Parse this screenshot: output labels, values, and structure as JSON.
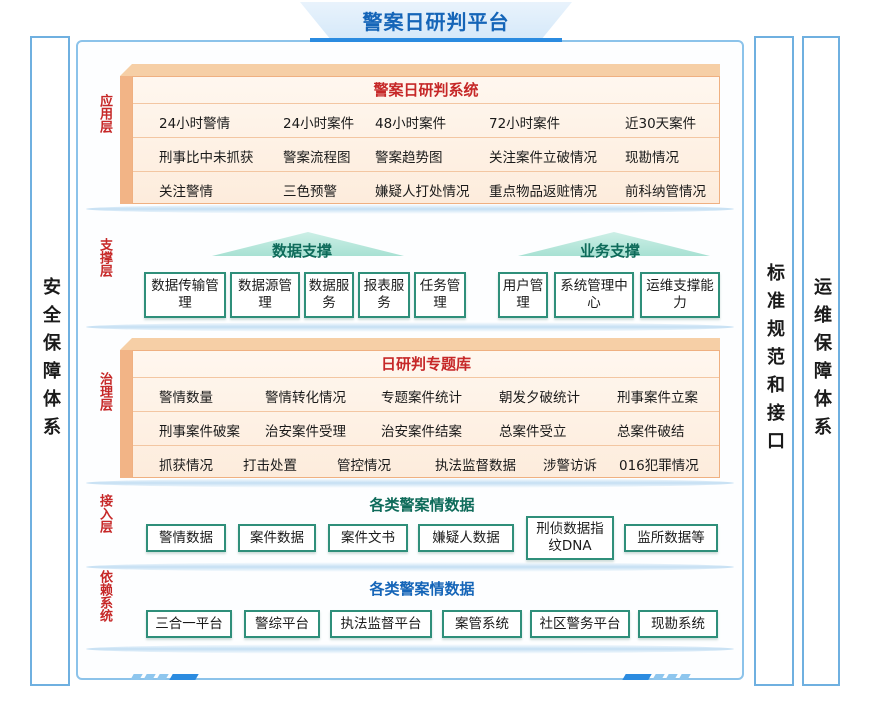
{
  "title": "警案日研判平台",
  "left_column": "安全保障体系",
  "mid_column": "标准规范和接口",
  "right_column": "运维保障体系",
  "layers": {
    "application": "应用层",
    "support": "支撑层",
    "governance": "治理层",
    "access": "接入层",
    "dependency": "依赖系统"
  },
  "app_box": {
    "title": "警案日研判系统",
    "rows": [
      [
        "24小时警情",
        "24小时案件",
        "48小时案件",
        "72小时案件",
        "近30天案件"
      ],
      [
        "刑事比中未抓获",
        "警案流程图",
        "警案趋势图",
        "关注案件立破情况",
        "现勘情况"
      ],
      [
        "关注警情",
        "三色预警",
        "嫌疑人打处情况",
        "重点物品返赃情况",
        "前科纳管情况"
      ]
    ]
  },
  "support": {
    "data_label": "数据支撑",
    "business_label": "业务支撑",
    "data_items": [
      "数据传输管理",
      "数据源管理",
      "数据服务",
      "报表服务",
      "任务管理"
    ],
    "business_items": [
      "用户管理",
      "系统管理中心",
      "运维支撑能力"
    ]
  },
  "gov_box": {
    "title": "日研判专题库",
    "rows": [
      [
        "警情数量",
        "警情转化情况",
        "专题案件统计",
        "朝发夕破统计",
        "刑事案件立案"
      ],
      [
        "刑事案件破案",
        "治安案件受理",
        "治安案件结案",
        "总案件受立",
        "总案件破结"
      ],
      [
        "抓获情况",
        "打击处置",
        "管控情况",
        "执法监督数据",
        "涉警访诉",
        "016犯罪情况"
      ]
    ]
  },
  "access": {
    "title": "各类警案情数据",
    "items": [
      "警情数据",
      "案件数据",
      "案件文书",
      "嫌疑人数据",
      "刑侦数据指纹DNA",
      "监所数据等"
    ]
  },
  "dependency": {
    "title": "各类警案情数据",
    "items": [
      "三合一平台",
      "警综平台",
      "执法监督平台",
      "案管系统",
      "社区警务平台",
      "现勘系统"
    ]
  }
}
